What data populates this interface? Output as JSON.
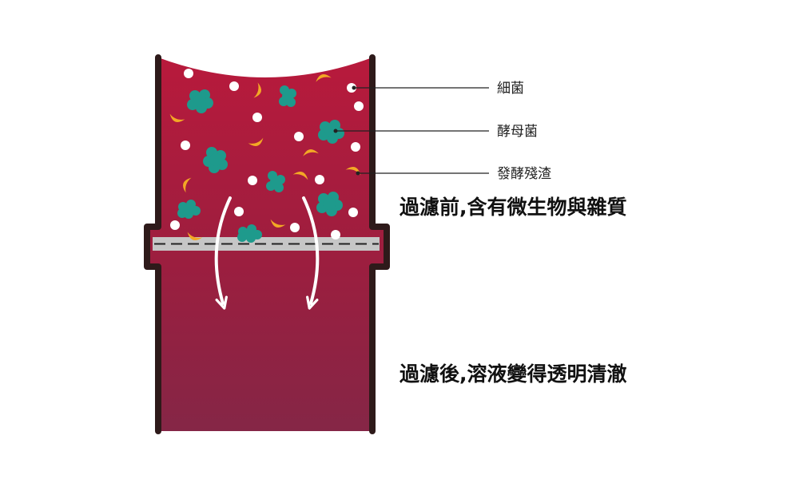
{
  "labels": {
    "bacteria": "細菌",
    "yeast": "酵母菌",
    "residue": "發酵殘渣"
  },
  "captions": {
    "before": "過濾前,含有微生物與雜質",
    "after": "過濾後,溶液變得透明清澈"
  },
  "colors": {
    "liquid_top": "#b81a3c",
    "liquid_bottom": "#8a2444",
    "wall": "#2e1a1a",
    "filter": "#c6c6c6",
    "yeast": "#1e9a8c",
    "residue": "#f3a825",
    "bacteria": "#ffffff"
  }
}
